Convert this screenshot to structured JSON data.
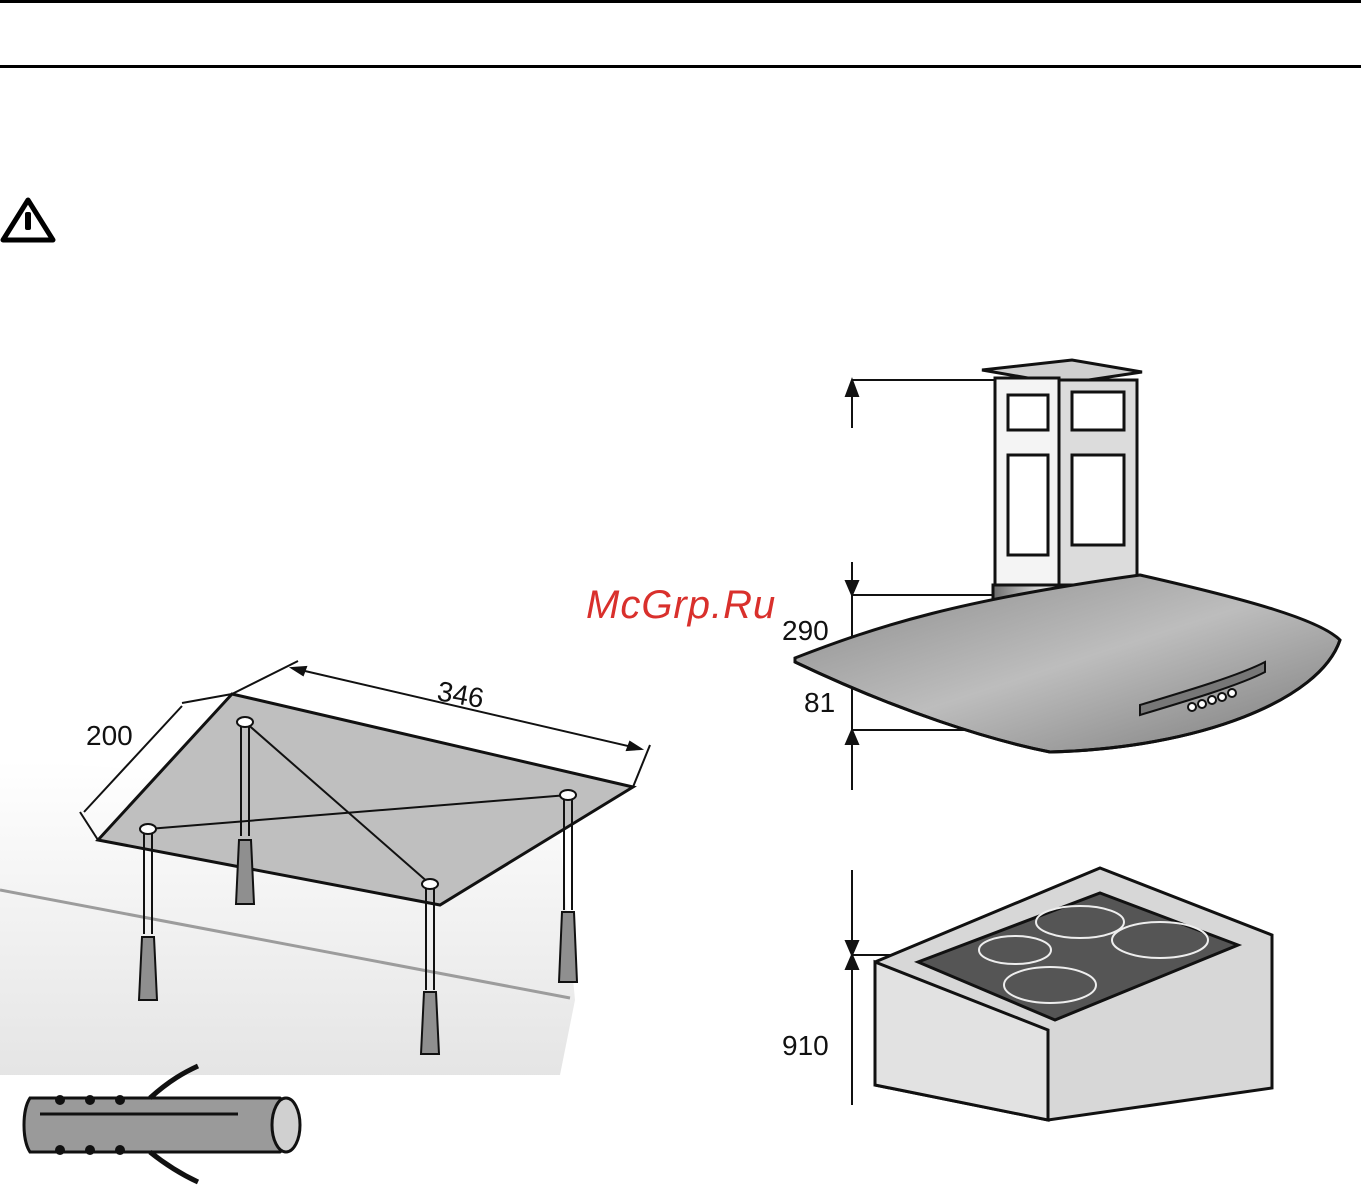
{
  "icons": {
    "warning": "warning-triangle-icon"
  },
  "watermark": {
    "text": "McGrp.Ru",
    "color": "#d9302c"
  },
  "colors": {
    "line": "#111111",
    "ceiling": "#d6d6d6",
    "panel": "#b9b9b9",
    "glass": "#9a9a9a"
  },
  "mounting_plate": {
    "dimensions": {
      "width": "346",
      "depth": "200"
    }
  },
  "hood": {
    "dimensions": {
      "chimney_overlap": "290",
      "canopy_height": "81"
    }
  },
  "cooktop": {
    "dimensions": {
      "height": "910"
    }
  }
}
